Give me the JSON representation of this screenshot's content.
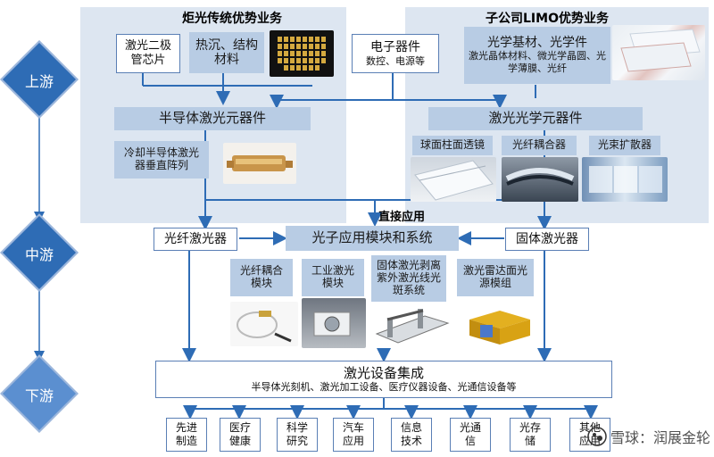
{
  "stages": {
    "upstream": "上游",
    "midstream": "中游",
    "downstream": "下游"
  },
  "focuslight": {
    "title": "炬光传统优势业务",
    "laser_chip": "激光二极管芯片",
    "thermal_materials": "热沉、结构材料"
  },
  "electronics": {
    "label": "电子器件",
    "sub": "数控、电源等"
  },
  "limo": {
    "title": "子公司LIMO优势业务",
    "substrate_title": "光学基材、光学件",
    "substrate_detail": "激光晶体材料、微光学晶圆、光学薄膜、光纤"
  },
  "semiconductor_component": "半导体激光元器件",
  "semiconductor_array": "冷却半导体激光器垂直阵列",
  "optical_component": "激光光学元器件",
  "optics": {
    "cylinder_lens": "球面柱面透镜",
    "fiber_coupler": "光纤耦合器",
    "beam_expander": "光束扩散器"
  },
  "direct_application": "直接应用",
  "midstream": {
    "fiber_laser": "光纤激光器",
    "photon_module": "光子应用模块和系统",
    "solid_laser": "固体激光器"
  },
  "modules": [
    "光纤耦合模块",
    "工业激光模块",
    "固体激光剥离紫外激光线光斑系统",
    "激光雷达面光源模组"
  ],
  "integration": {
    "title": "激光设备集成",
    "detail": "半导体光刻机、激光加工设备、医疗仪器设备、光通信设备等"
  },
  "applications": [
    "先进制造",
    "医疗健康",
    "科学研究",
    "汽车应用",
    "信息技术",
    "光通信",
    "光存储",
    "其他应用"
  ],
  "watermark": "雪球：润展金轮",
  "colors": {
    "accent": "#2e6cb5",
    "panel": "#dde6f1",
    "label": "#b8cce4"
  }
}
